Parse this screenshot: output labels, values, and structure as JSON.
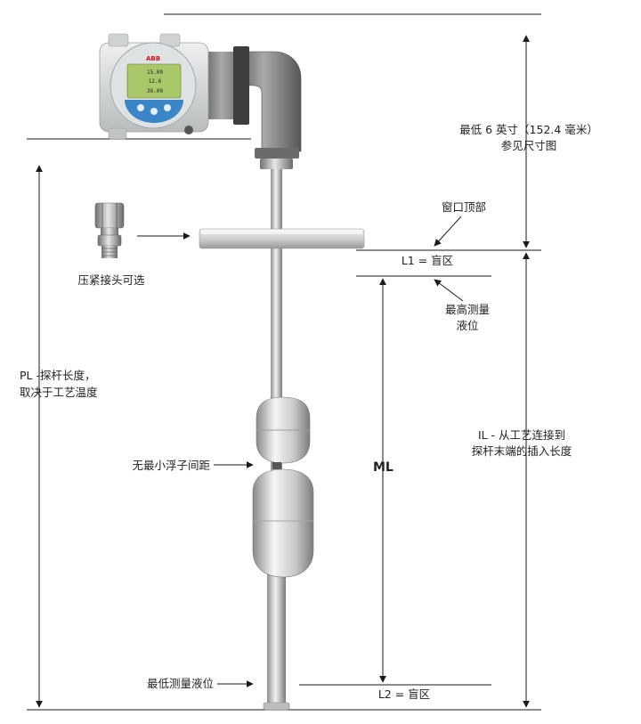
{
  "device": {
    "brand": "ABB",
    "display_lines": [
      "15.09",
      "12.6",
      "36.09"
    ]
  },
  "labels": {
    "min_six_inch": "最低 6 英寸（152.4 毫米）",
    "see_dimension": "参见尺寸图",
    "window_top": "窗口顶部",
    "l1": "L1 = 盲区",
    "compression_fitting": "压紧接头可选",
    "max_level_1": "最高测量",
    "max_level_2": "液位",
    "pl_1": "PL -探杆长度，",
    "pl_2": "取决于工艺温度",
    "il_1": "IL - 从工艺连接到",
    "il_2": "探杆末端的插入长度",
    "no_min_float": "无最小浮子间距",
    "ml": "ML",
    "min_level": "最低测量液位",
    "l2": "L2 = 盲区"
  },
  "colors": {
    "line": "#1a1a1a",
    "metal_light": "#e8e8e8",
    "metal_dark": "#9a9a9a",
    "housing": "#d9dcdc",
    "elbow": "#7d7f7d",
    "screen": "#a8c86a",
    "keypad": "#3a86c8"
  }
}
